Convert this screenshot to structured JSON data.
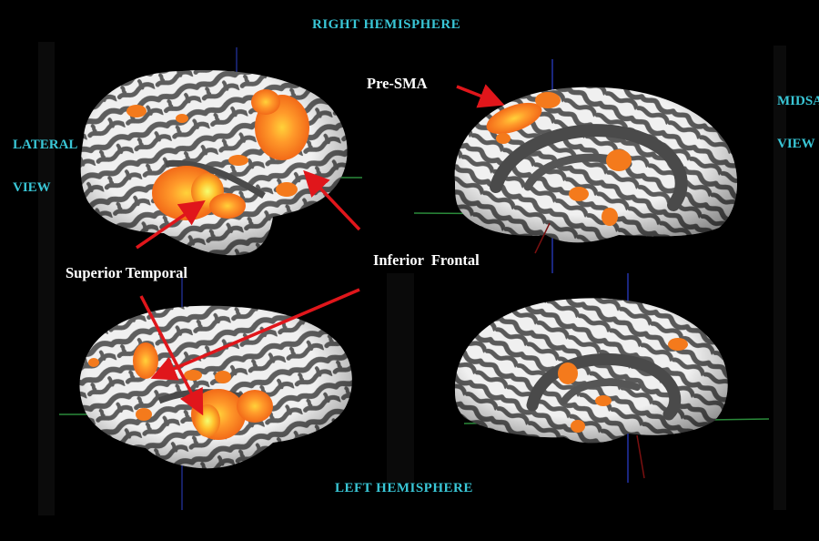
{
  "headings": {
    "top": "RIGHT HEMISPHERE",
    "bottom": "LEFT HEMISPHERE",
    "left_side": "LATERAL\n\nVIEW",
    "right_side": "MIDSAGGITAL\n\nVIEW"
  },
  "annotations": {
    "pre_sma": "Pre-SMA",
    "superior_temporal": "Superior Temporal",
    "inferior_frontal": "Inferior  Frontal"
  },
  "colors": {
    "background": "#000000",
    "heading_text": "#39c6d6",
    "annotation_text": "#ffffff",
    "arrow": "#e0161b",
    "activation": "#f47a1c",
    "cortex_light": "#f0f0f0",
    "cortex_dark": "#5a5a5a"
  }
}
